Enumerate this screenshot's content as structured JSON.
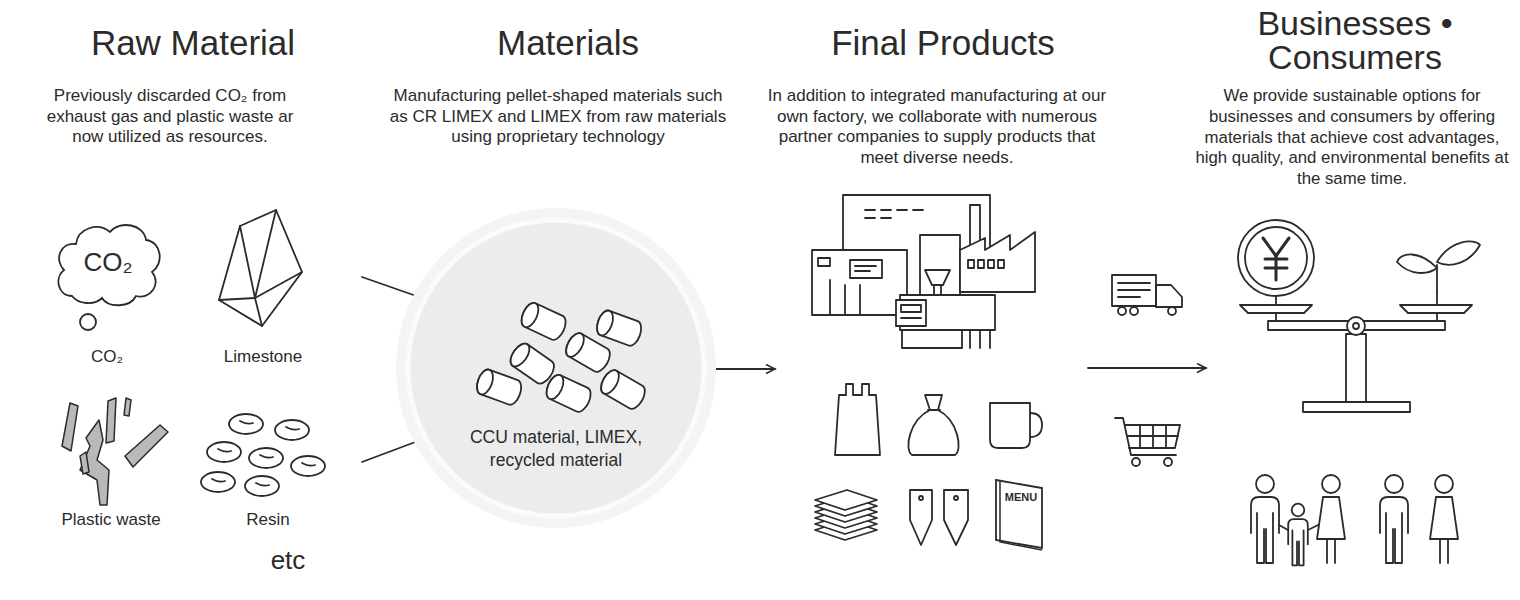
{
  "diagram": {
    "nodes": [
      {
        "text": [
          "CO₂"
        ]
      },
      {
        "text": [
          "CCU material, LIMEX, recycled material"
        ]
      },
      {
        "text": [
          "MENU"
        ]
      }
    ],
    "labels": [
      "Raw Material",
      "Previously discarded CO₂ from exhaust gas and plastic waste ar now utilized as resources.",
      "CO₂",
      "Limestone",
      "Plastic waste",
      "Resin",
      "etc",
      "Materials",
      "Manufacturing pellet-shaped materials such as CR LIMEX and LIMEX from raw materials using proprietary technology",
      "Final Products",
      "In addition to integrated manufacturing at our own factory, we collaborate with numerous partner companies to supply products that meet diverse needs.",
      "Businesses • Consumers",
      "We provide sustainable options for businesses and consumers by offering materials that achieve cost advantages, high quality, and environmental benefits at the same time."
    ]
  }
}
